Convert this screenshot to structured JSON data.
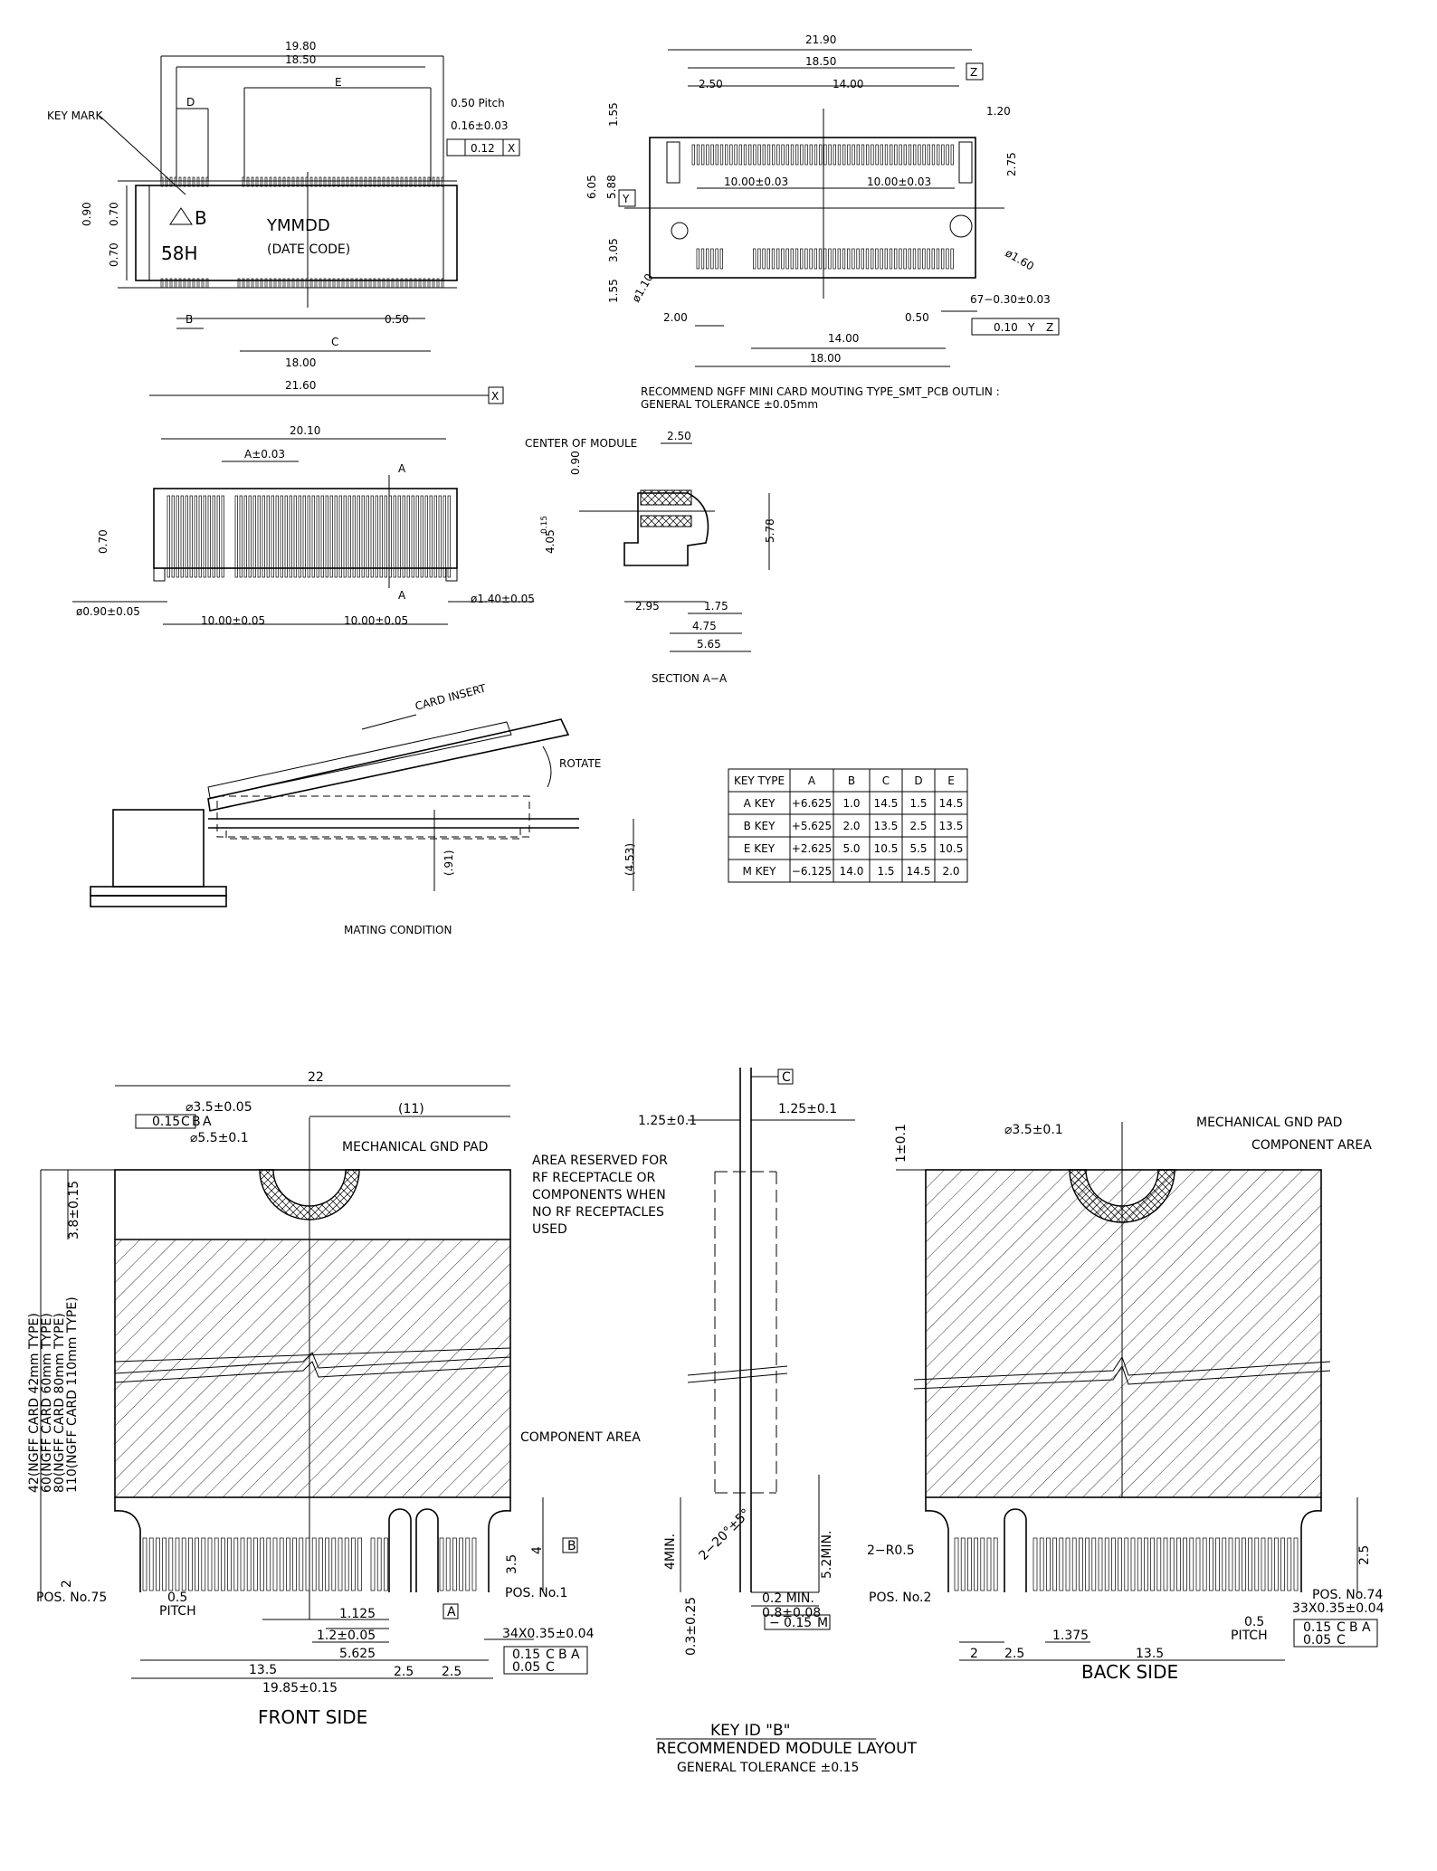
{
  "top_left_view": {
    "dims": [
      "19.80",
      "18.50",
      "E",
      "0.50 Pitch",
      "0.16±0.03",
      "0.12",
      "X",
      "D",
      "KEY MARK",
      "0.90",
      "0.70",
      "0.70",
      "B",
      "0.50",
      "C",
      "18.00",
      "21.60",
      "X"
    ],
    "marking": {
      "key_letter": "B",
      "part_code": "58H",
      "date_code": "YMMDD",
      "date_code_note": "(DATE CODE)"
    }
  },
  "top_right_view": {
    "dims": [
      "21.90",
      "18.50",
      "2.50",
      "14.00",
      "Z",
      "1.20",
      "1.55",
      "6.05",
      "5.88",
      "2.75",
      "Y",
      "10.00±0.03",
      "10.00±0.03",
      "ø1.60",
      "3.05",
      "1.55",
      "ø1.10",
      "2.00",
      "0.50",
      "67−0.30±0.03",
      "0.10",
      "Y",
      "Z",
      "14.00",
      "18.00"
    ],
    "note_line1": "RECOMMEND NGFF MINI CARD MOUTING TYPE_SMT_PCB OUTLIN :",
    "note_line2": "GENERAL TOLERANCE ±0.05mm"
  },
  "front_view": {
    "dims": [
      "20.10",
      "A±0.03",
      "A",
      "A",
      "0.70",
      "ø0.90±0.05",
      "10.00±0.05",
      "10.00±0.05",
      "ø1.40±0.05"
    ]
  },
  "section_view": {
    "dims": [
      "CENTER OF MODULE",
      "2.50",
      "0.90",
      "4.05",
      "0.15",
      "5.78",
      "2.95",
      "1.75",
      "4.75",
      "5.65"
    ],
    "title": "SECTION A−A"
  },
  "mating_view": {
    "labels": [
      "CARD INSERT",
      "ROTATE",
      "(.91)",
      "(4.53)"
    ],
    "title": "MATING CONDITION"
  },
  "key_table": {
    "headers": [
      "KEY TYPE",
      "A",
      "B",
      "C",
      "D",
      "E"
    ],
    "rows": [
      [
        "A KEY",
        "+6.625",
        "1.0",
        "14.5",
        "1.5",
        "14.5"
      ],
      [
        "B KEY",
        "+5.625",
        "2.0",
        "13.5",
        "2.5",
        "13.5"
      ],
      [
        "E KEY",
        "+2.625",
        "5.0",
        "10.5",
        "5.5",
        "10.5"
      ],
      [
        "M KEY",
        "−6.125",
        "14.0",
        "1.5",
        "14.5",
        "2.0"
      ]
    ]
  },
  "front_side": {
    "dims": [
      "22",
      "⌀3.5±0.05",
      "0.15",
      "C",
      "B",
      "A",
      "⌀5.5±0.1",
      "(11)",
      "3.8±0.15",
      "B",
      "3.5",
      "4",
      "2",
      "1.125",
      "1.2±0.05",
      "A",
      "5.625",
      "2.5",
      "2.5",
      "34X0.35±0.04",
      "0.15",
      "C",
      "B",
      "A",
      "0.05",
      "C",
      "13.5",
      "19.85±0.15"
    ],
    "card_types": [
      "42(NGFF CARD 42mm TYPE)",
      "60(NGFF CARD 60mm TYPE)",
      "80(NGFF CARD 80mm TYPE)",
      "110(NGFF CARD 110mm TYPE)"
    ],
    "labels": [
      "MECHANICAL GND PAD",
      "AREA RESERVED FOR",
      "RF RECEPTACLE OR",
      "COMPONENTS WHEN",
      "NO RF RECEPTACLES",
      "USED",
      "COMPONENT AREA",
      "POS. No.75",
      "0.5",
      "PITCH",
      "POS. No.1"
    ],
    "title": "FRONT SIDE"
  },
  "side_view": {
    "dims": [
      "C",
      "1.25±0.1",
      "1.25±0.1",
      "4MIN.",
      "2−20°±5°",
      "5.2MIN.",
      "0.3±0.25",
      "0.2 MIN.",
      "0.8±0.08",
      "−",
      "0.15",
      "M"
    ]
  },
  "back_side": {
    "dims": [
      "1±0.1",
      "⌀3.5±0.1",
      "2−R0.5",
      "2",
      "2.5",
      "1.375",
      "2.5",
      "13.5",
      "33X0.35±0.04",
      "0.15",
      "C",
      "B",
      "A",
      "0.05",
      "C",
      "0.5",
      "PITCH"
    ],
    "labels": [
      "MECHANICAL GND PAD",
      "COMPONENT AREA",
      "POS. No.2",
      "POS. No.74"
    ],
    "title": "BACK SIDE"
  },
  "bottom_caption": {
    "line1": "KEY ID \"B\"",
    "line2": "RECOMMENDED MODULE LAYOUT",
    "line3": "GENERAL TOLERANCE ±0.15"
  }
}
